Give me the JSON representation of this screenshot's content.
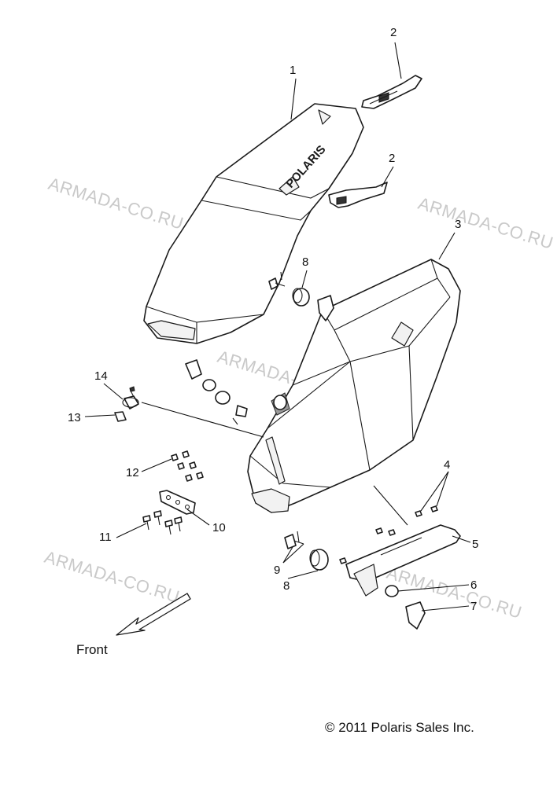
{
  "watermarks": [
    "ARMADA-CO.RU",
    "ARMADA-CO.RU",
    "ARMADA-CO.RU",
    "ARMADA-CO.RU",
    "ARMADA-CO.RU"
  ],
  "callouts": [
    "1",
    "2",
    "2",
    "3",
    "4",
    "5",
    "6",
    "7",
    "8",
    "8",
    "9",
    "10",
    "11",
    "12",
    "13",
    "14"
  ],
  "lid_logo": "POLARIS",
  "front_label": "Front",
  "copyright": "© 2011 Polaris Sales Inc."
}
